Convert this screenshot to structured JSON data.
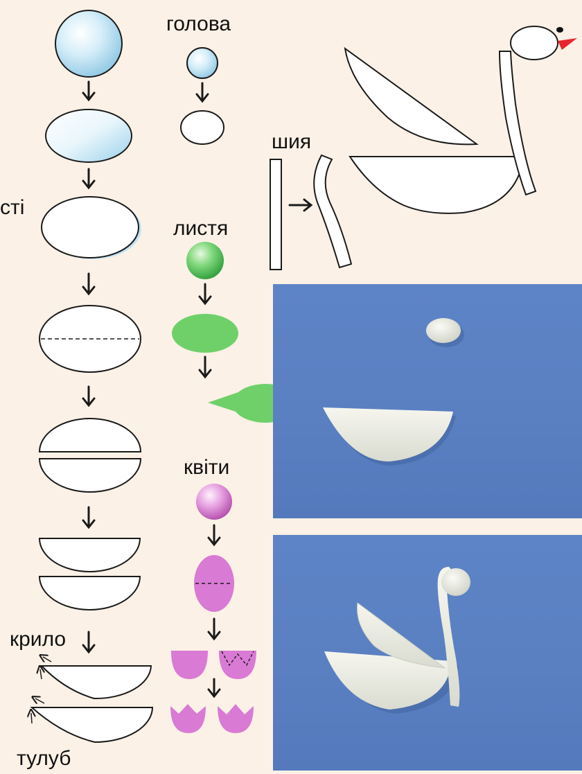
{
  "labels": {
    "head": "голова",
    "neck": "шия",
    "body_partial": "сті",
    "leaves": "листя",
    "flowers": "квіти",
    "wing": "крило",
    "torso": "тулуб"
  },
  "colors": {
    "background": "#fbf1e6",
    "outline": "#1a1a1a",
    "shape_fill": "#ffffff",
    "sphere_tint": "#bfe3f4",
    "leaf_green": "#6fd06a",
    "flower_pink": "#d97ad4",
    "beak": "#e8262b",
    "photo_blue": "#5a80c2",
    "clay_white": "#eeeee4"
  },
  "icons": [
    "arrow-down-icon",
    "arrow-right-icon",
    "small-arrow-icon"
  ]
}
